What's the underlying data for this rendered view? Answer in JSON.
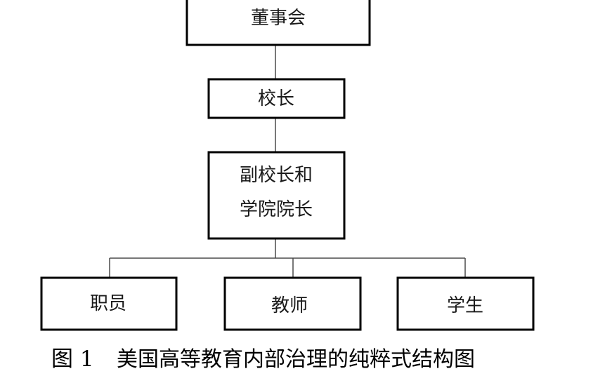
{
  "nodes": {
    "board": "董事会",
    "president": "校长",
    "vice_president_line1": "副校长和",
    "vice_president_line2": "学院院长",
    "staff": "职员",
    "faculty": "教师",
    "students": "学生"
  },
  "caption": {
    "number": "图 1",
    "title": "美国高等教育内部治理的纯粹式结构图"
  }
}
